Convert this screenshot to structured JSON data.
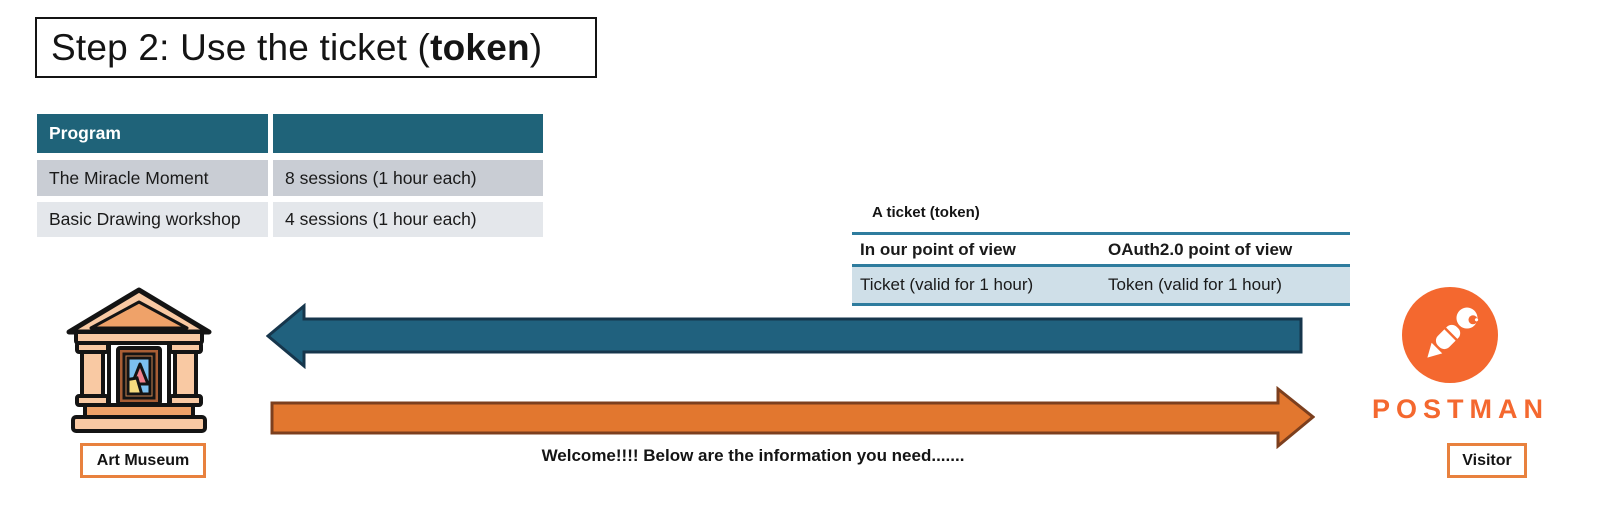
{
  "title": {
    "prefix": "Step 2: Use the ticket (",
    "bold_word": "token",
    "suffix": ")"
  },
  "program_table": {
    "header": [
      "Program",
      ""
    ],
    "rows": [
      [
        "The Miracle Moment",
        "8 sessions (1 hour each)"
      ],
      [
        "Basic Drawing workshop",
        "4 sessions (1 hour each)"
      ]
    ]
  },
  "ticket_table": {
    "caption": "A ticket (token)",
    "headers": [
      "In our point of view",
      "OAuth2.0 point of view"
    ],
    "rows": [
      [
        "Ticket (valid for 1 hour)",
        "Token (valid for 1 hour)"
      ]
    ]
  },
  "actors": {
    "museum_label": "Art Museum",
    "visitor_label": "Visitor",
    "visitor_brand": "POSTMAN"
  },
  "messages": {
    "welcome": "Welcome!!!! Below are the information you need......."
  },
  "icons": {
    "museum": "art-museum-building-icon",
    "visitor": "postman-logo-icon",
    "token_arrow": "left-arrow",
    "welcome_arrow": "right-arrow"
  },
  "colors": {
    "table_header_teal": "#1F6379",
    "table_row_gray": "#C9CDD4",
    "table_row_light_gray": "#E4E7EB",
    "ticket_row_blue": "#CFDFE8",
    "ticket_line_teal": "#2E7C9E",
    "token_arrow_fill": "#20617E",
    "token_arrow_stroke": "#16364C",
    "welcome_arrow_fill": "#E2772F",
    "welcome_arrow_stroke": "#7C3F1E",
    "postman_orange": "#F4682F",
    "label_border_orange": "#E8813E"
  }
}
